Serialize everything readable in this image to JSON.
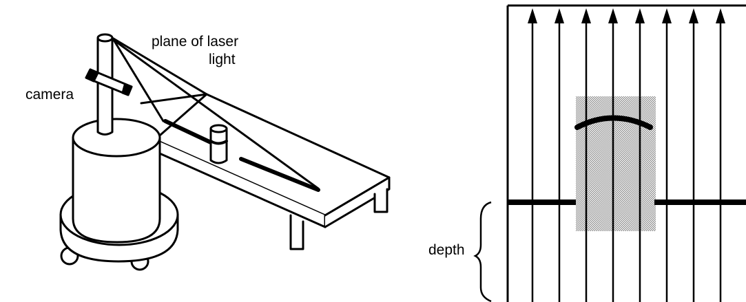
{
  "left_diagram": {
    "label_plane_line1": "plane of laser",
    "label_plane_line2": "light",
    "label_camera": "camera"
  },
  "right_diagram": {
    "label_depth": "depth"
  },
  "colors": {
    "ink": "#000000",
    "shading": "#b8b8b8",
    "background": "#ffffff"
  }
}
